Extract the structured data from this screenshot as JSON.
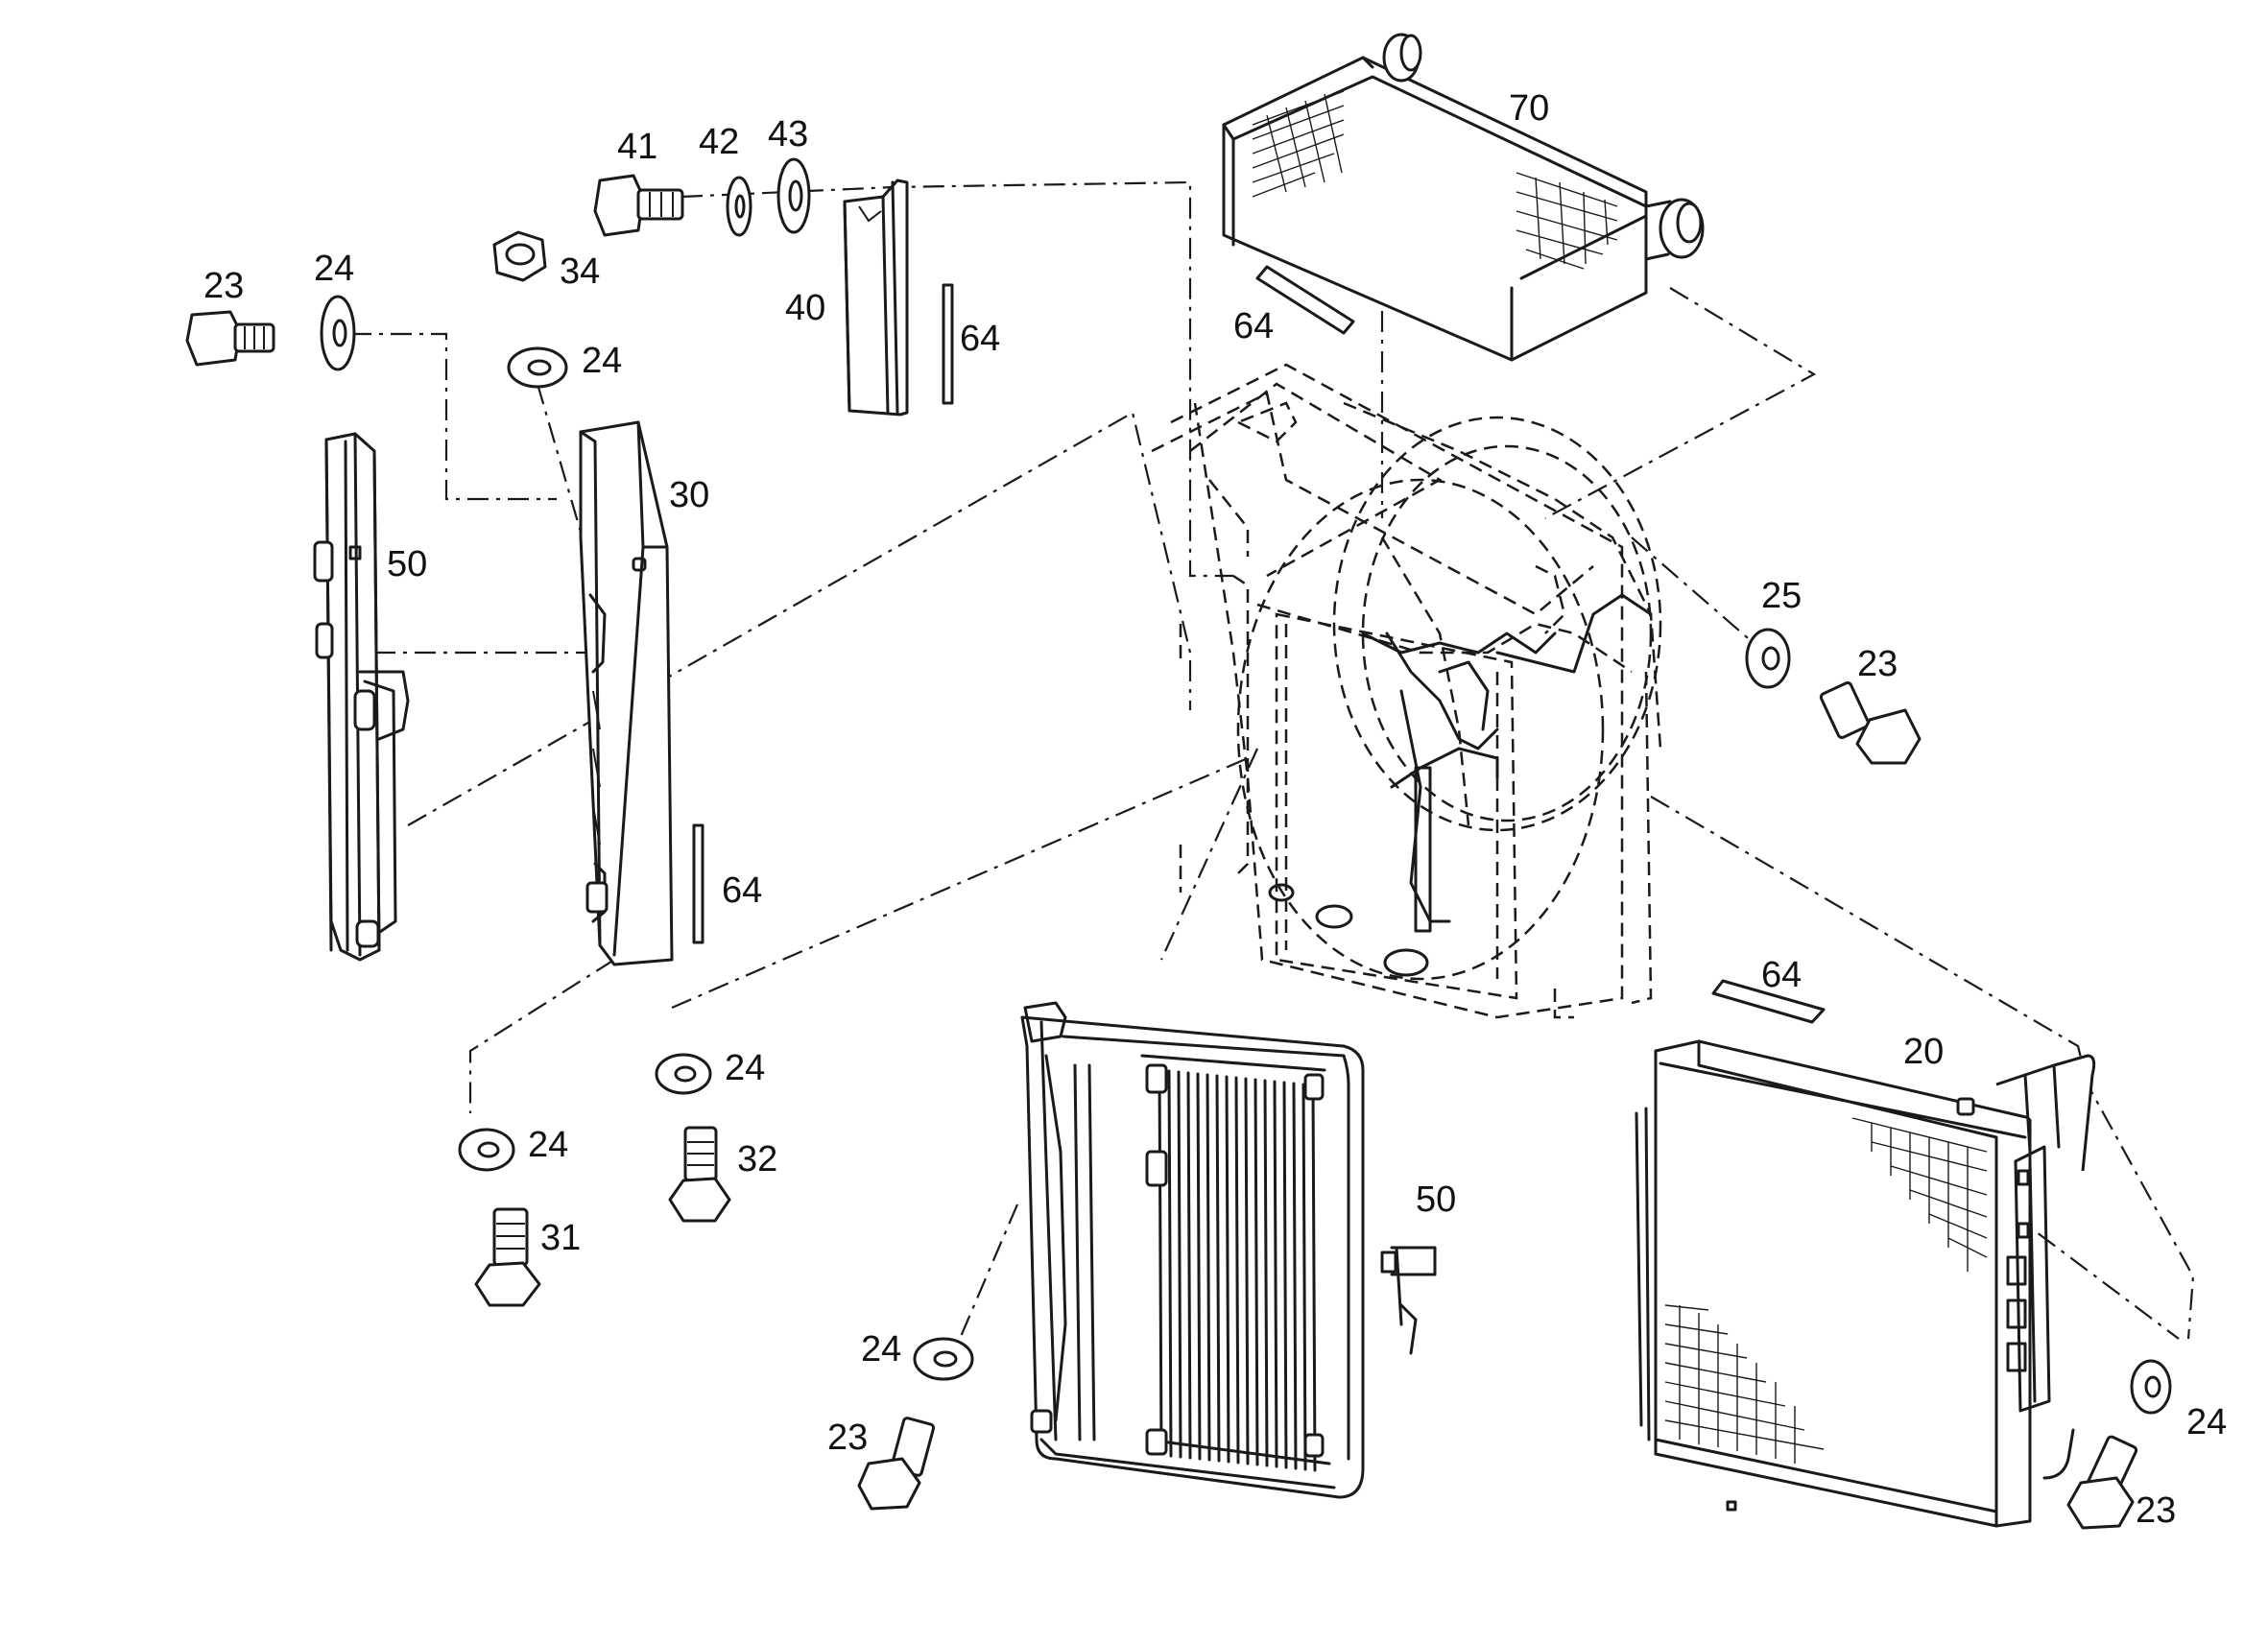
{
  "callouts": {
    "c23_topleft": "23",
    "c24_topleft": "24",
    "c34": "34",
    "c24_nut": "24",
    "c41": "41",
    "c42": "42",
    "c43": "43",
    "c40": "40",
    "c64_a": "64",
    "c70": "70",
    "c64_b": "64",
    "c30": "30",
    "c50_left": "50",
    "c64_c": "64",
    "c25": "25",
    "c23_right": "23",
    "c24_mid": "24",
    "c32": "32",
    "c24_low": "24",
    "c31": "31",
    "c64_d": "64",
    "c20": "20",
    "c50_center": "50",
    "c24_center": "24",
    "c23_center": "23",
    "c24_br": "24",
    "c23_br": "23"
  },
  "colors": {
    "line": "#1a1a1a",
    "background": "#ffffff"
  }
}
